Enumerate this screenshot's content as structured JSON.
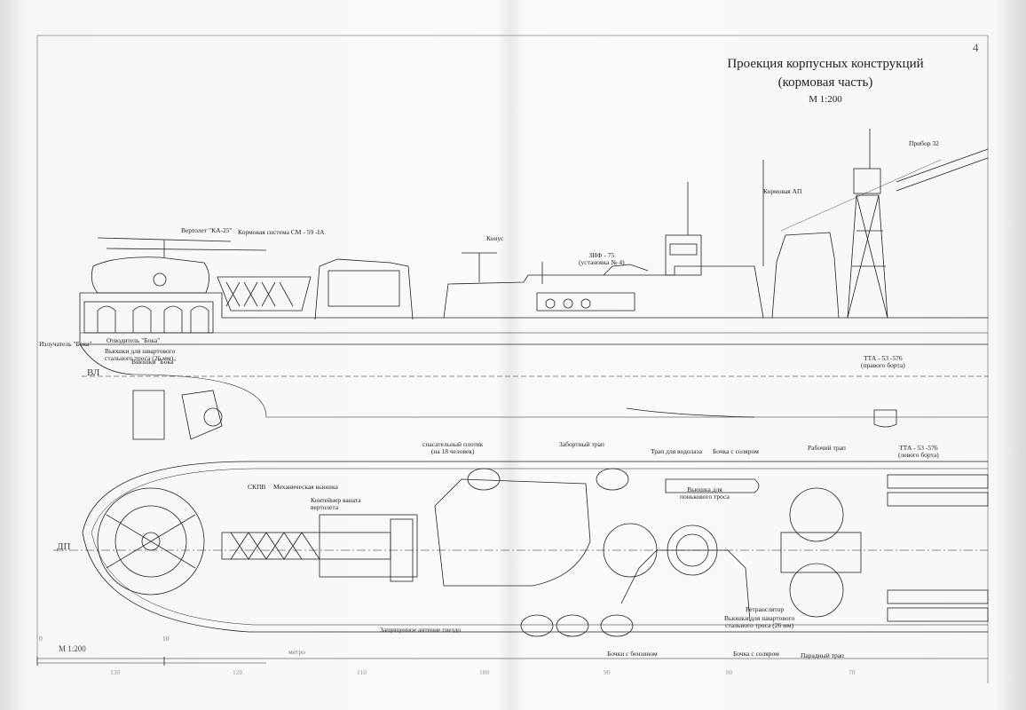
{
  "page_number": "4",
  "title": {
    "line1": "Проекция корпусных конструкций",
    "line2": "(кормовая часть)",
    "scale": "М  1:200"
  },
  "side_view_labels": {
    "helicopter": "Вертолет \"КА-25\"",
    "aft_system": "Кормовая система СМ - 59 -IA",
    "cone": "Конус",
    "zif_line1": "ЗИФ - 75",
    "zif_line2": "(установка № 4)",
    "aft_ap": "Кормовая АП",
    "device": "Прибор 32",
    "emitter": "Излучатель \"Бока\"",
    "diverter": "Отводитель \"Бока\"",
    "winch_line1": "Вьюшки для швартового",
    "winch_line2": "стального троса (26 мм)",
    "winch_boka": "Вьюшки \"Бока\"",
    "waterline": "ВЛ",
    "tta_right_line1": "ТТА - 53 -576",
    "tta_right_line2": "(правого борта)"
  },
  "plan_view_labels": {
    "raft_line1": "спасательный плотик",
    "raft_line2": "(на 18 человек)",
    "board_ladder": "Забортный трап",
    "diver_ladder": "Трап для водолаза",
    "diesel_barrel_top": "Бочка с соляром",
    "work_ladder": "Рабочий трап",
    "tta_left_line1": "ТТА - 53 -576",
    "tta_left_line2": "(левого борта)",
    "skpv": "СКПВ",
    "mech_winch": "Механическая вьюшка",
    "container_line1": "Контейнер ваната",
    "container_line2": "вертолета",
    "tow_winch_line1": "Вьюшка для",
    "tow_winch_line2": "понькового троса",
    "centerline": "ДП",
    "repeater": "Ретранслятор",
    "winch2_line1": "Вьюшки для швартового",
    "winch2_line2": "стального троса (26 мм)",
    "antenna_socket": "Защищенное антенне гнездо",
    "petrol_barrels": "Бочки с бензином",
    "diesel_barrel_bottom": "Бочка с соляром",
    "parade_ladder": "Парадный трап"
  },
  "scale_bar": {
    "label": "М  1:200",
    "ticks": [
      "0",
      "10"
    ],
    "unit": "метро",
    "frames": [
      "130",
      "120",
      "110",
      "100",
      "90",
      "80",
      "70"
    ]
  }
}
